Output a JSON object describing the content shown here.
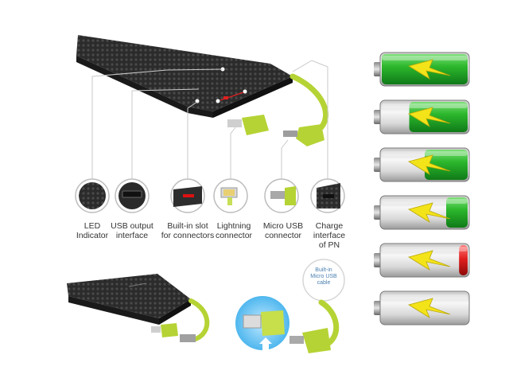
{
  "features": [
    {
      "id": "led",
      "lines": [
        "LED",
        "Indicator"
      ]
    },
    {
      "id": "usb-output",
      "lines": [
        "USB output",
        "interface"
      ]
    },
    {
      "id": "built-in-slot",
      "lines": [
        "Built-in slot",
        "for connectors"
      ]
    },
    {
      "id": "lightning",
      "lines": [
        "Lightning",
        "connector"
      ]
    },
    {
      "id": "micro-usb",
      "lines": [
        "Micro USB",
        "connector"
      ]
    },
    {
      "id": "charge-interface",
      "lines": [
        "Charge",
        "interface",
        "of PN"
      ]
    }
  ],
  "callout": {
    "lines": [
      "Built-in",
      "Micro USB",
      "cable"
    ]
  },
  "batteries": [
    {
      "level": 1.0
    },
    {
      "level": 0.68
    },
    {
      "level": 0.5
    },
    {
      "level": 0.25
    },
    {
      "level": 0.1
    },
    {
      "level": 0.0
    }
  ],
  "colors": {
    "device_body": "#2b2b2b",
    "cable_green": "#b5d334",
    "battery_green": "#2db82d",
    "battery_red": "#e11f1f",
    "bolt_yellow": "#f3e319",
    "callout_blue": "#4a7fb0"
  },
  "icons": {
    "led": "led-texture-icon",
    "usb-output": "usb-port-icon",
    "built-in-slot": "slot-icon",
    "lightning": "lightning-plug-icon",
    "micro-usb": "micro-usb-plug-icon",
    "charge-interface": "charge-port-icon"
  }
}
